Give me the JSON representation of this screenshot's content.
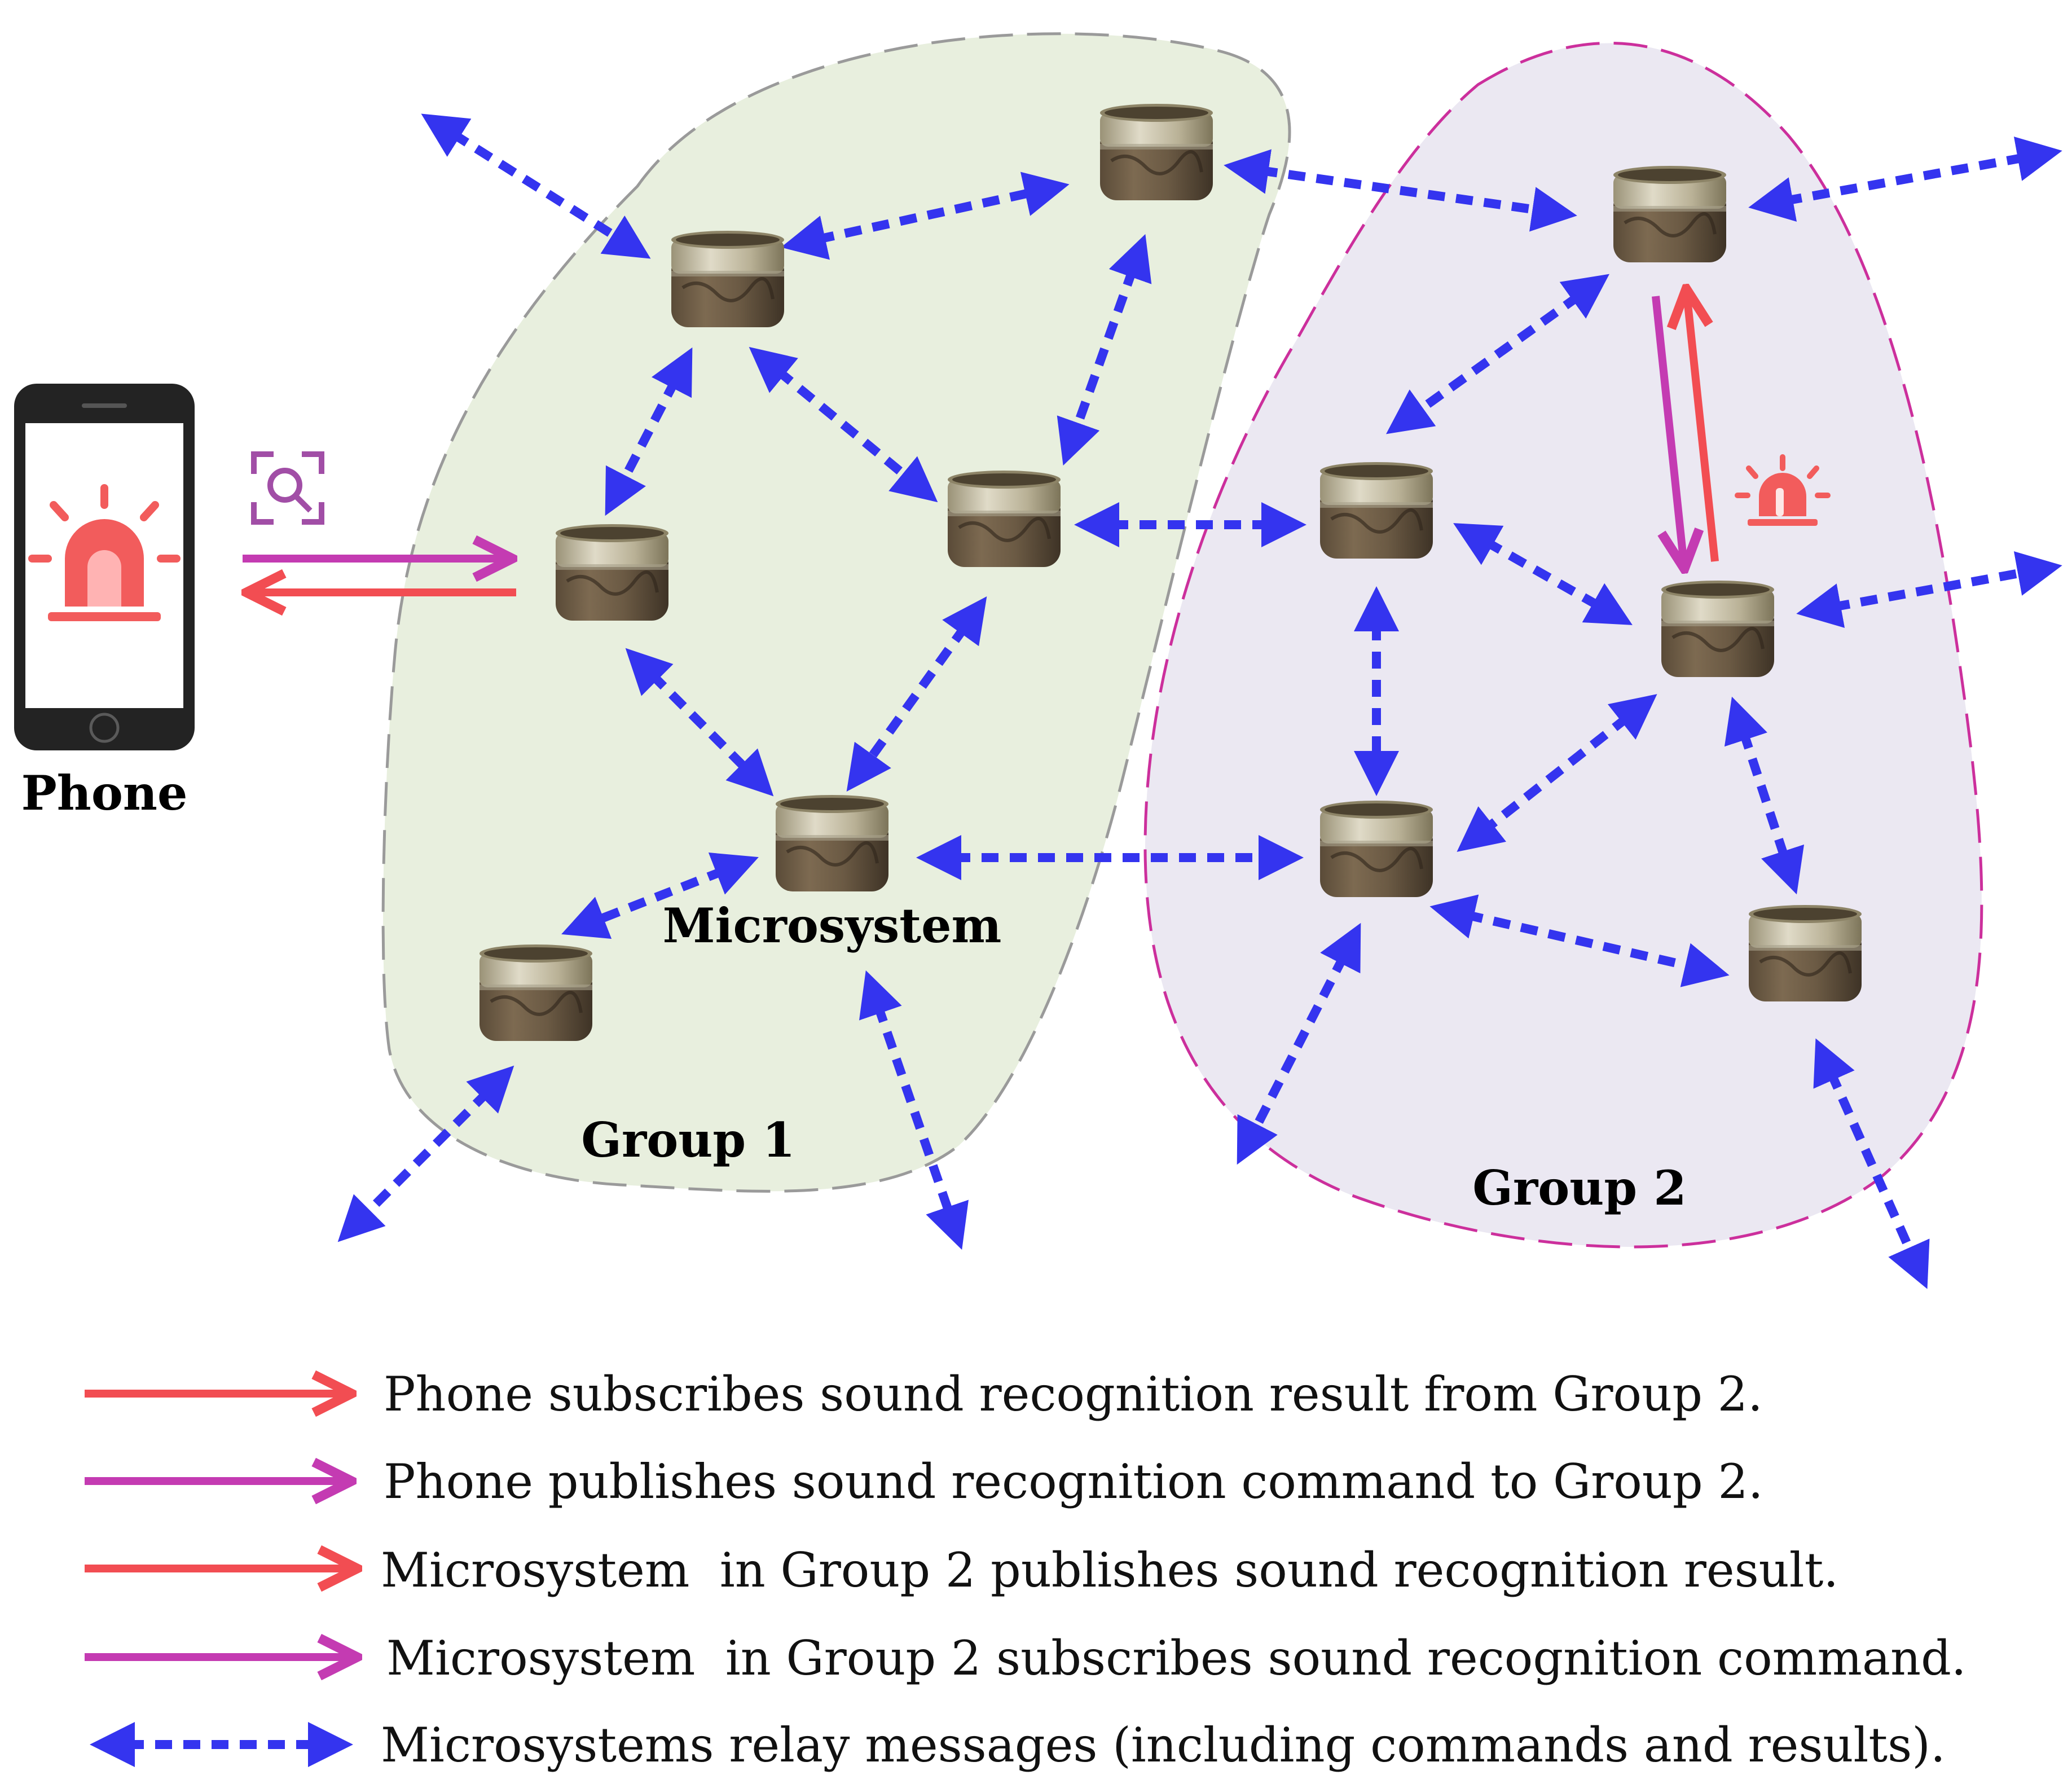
{
  "colors": {
    "group1_fill": "#e8efde",
    "group1_stroke": "#9a9a9a",
    "group2_fill": "#ebe8f2",
    "group2_stroke": "#cc2f9c",
    "relay": "#3434ef",
    "red": "#f24d52",
    "magenta": "#c43bb2",
    "alarm": "#f25c5c"
  },
  "labels": {
    "phone": "Phone",
    "microsystem": "Microsystem",
    "group1": "Group 1",
    "group2": "Group 2"
  },
  "icons": {
    "phone": "smartphone-icon",
    "alarm": "alarm-siren-icon",
    "scan": "scan-search-icon",
    "node": "microsystem-device-icon"
  },
  "legend": [
    {
      "style": "red-arrow",
      "text": "Phone subscribes sound recognition result from Group 2."
    },
    {
      "style": "magenta-arrow",
      "text": "Phone publishes sound recognition command to Group 2."
    },
    {
      "style": "red-arrow",
      "text": "Microsystem  in Group 2 publishes sound recognition result."
    },
    {
      "style": "magenta-arrow",
      "text": "Microsystem  in Group 2 subscribes sound recognition command."
    },
    {
      "style": "relay-arrow",
      "text": "Microsystems relay messages (including commands and results)."
    }
  ]
}
